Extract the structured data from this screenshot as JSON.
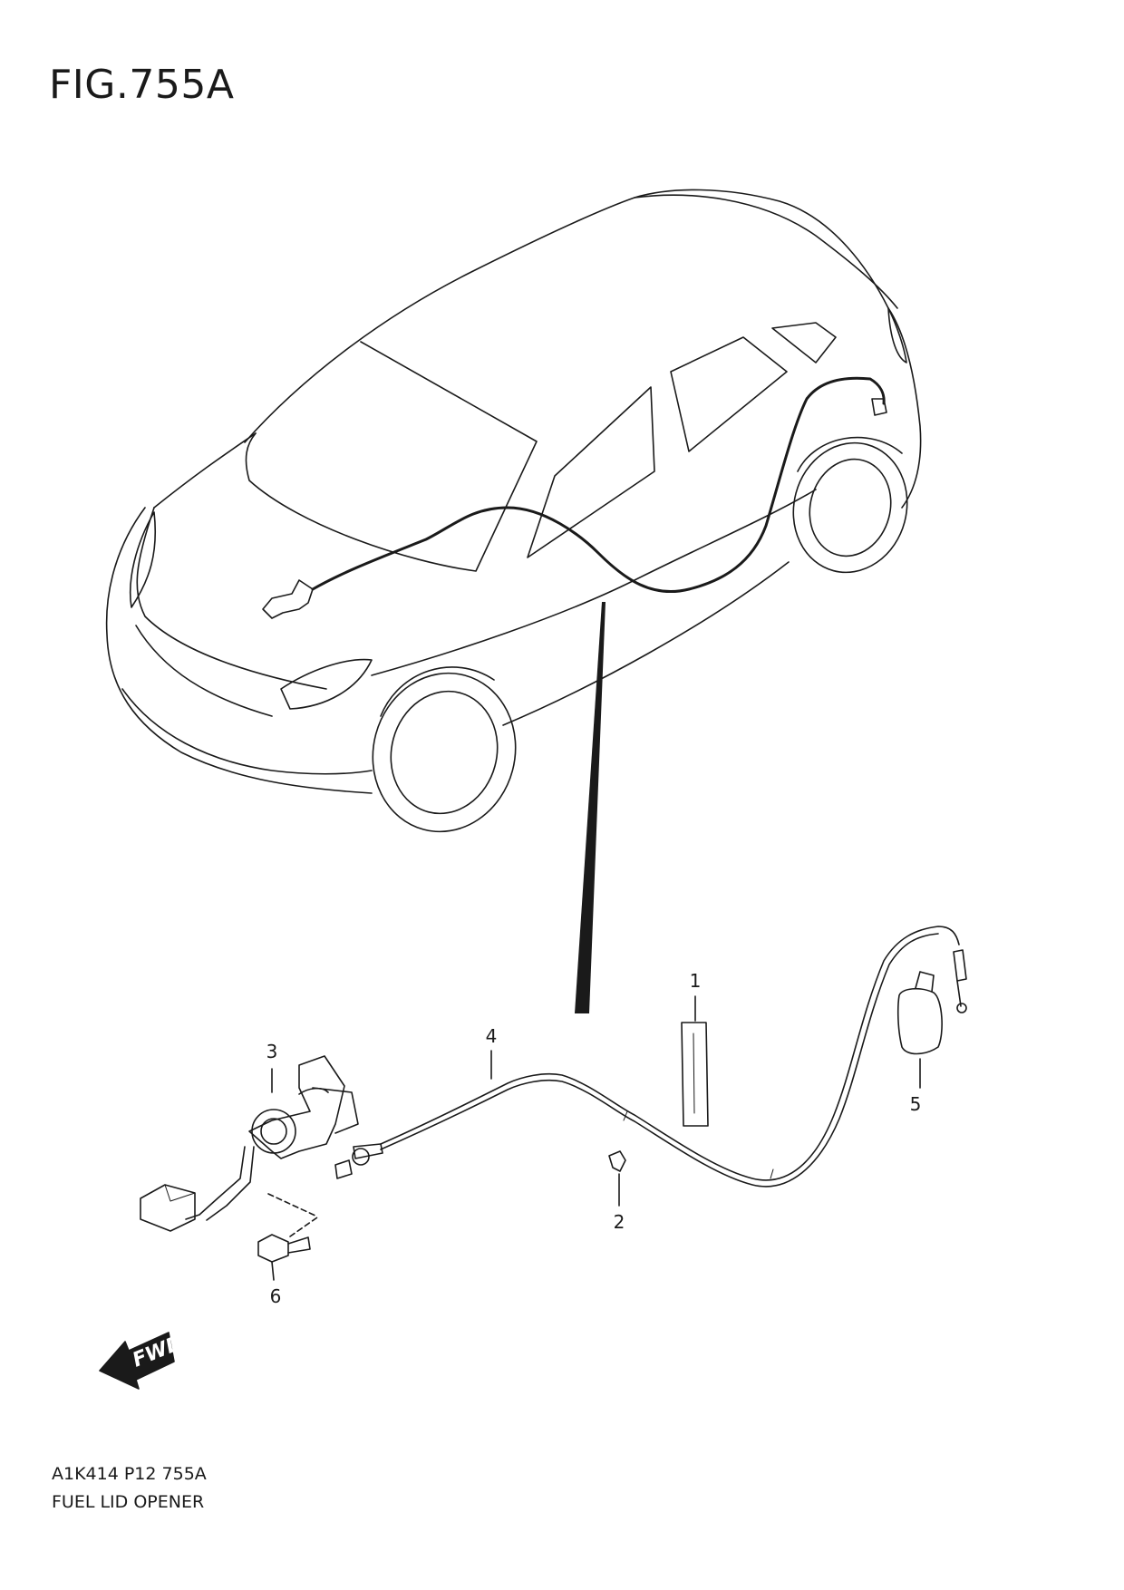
{
  "figure": {
    "title": "FIG.755A"
  },
  "footer": {
    "code": "A1K414 P12 755A",
    "name": "FUEL LID OPENER"
  },
  "callouts": [
    {
      "id": "part-1",
      "label": "1"
    },
    {
      "id": "part-2",
      "label": "2"
    },
    {
      "id": "part-3",
      "label": "3"
    },
    {
      "id": "part-4",
      "label": "4"
    },
    {
      "id": "part-5",
      "label": "5"
    },
    {
      "id": "part-6",
      "label": "6"
    }
  ],
  "direction_arrow": {
    "label": "FWD"
  },
  "colors": {
    "line": "#1a1a1a",
    "background": "#ffffff"
  }
}
